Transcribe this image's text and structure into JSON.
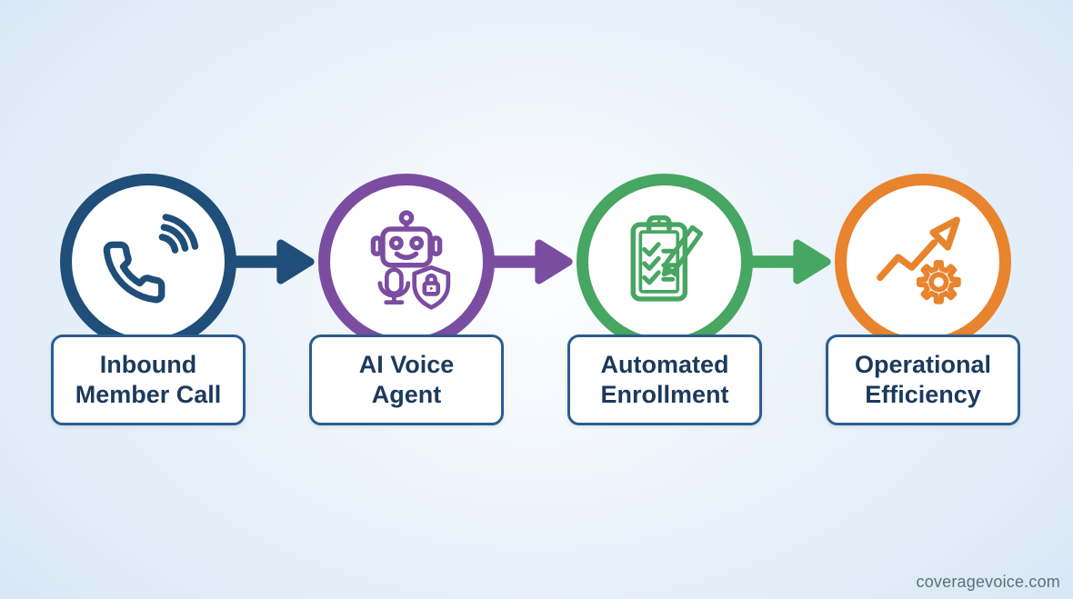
{
  "page": {
    "watermark": "coveragevoice.com"
  },
  "colors": {
    "navy": "#1f4e79",
    "purple": "#7b4da0",
    "green": "#47a661",
    "orange": "#e8842d",
    "label_box_border": "#2b5d8c",
    "label_text": "#1c3a5c",
    "background_center": "#f6fafd",
    "background_edge": "#d9e8f5",
    "watermark_text": "#5d6e7e"
  },
  "steps": [
    {
      "id": "inbound-member-call",
      "icon": "phone-call-icon",
      "label_line1": "Inbound",
      "label_line2": "Member Call",
      "color": "#1f4e79"
    },
    {
      "id": "ai-voice-agent",
      "icon": "robot-mic-shield-icon",
      "label_line1": "AI Voice",
      "label_line2": "Agent",
      "color": "#7b4da0"
    },
    {
      "id": "automated-enrollment",
      "icon": "clipboard-checklist-pencil-icon",
      "label_line1": "Automated",
      "label_line2": "Enrollment",
      "color": "#47a661"
    },
    {
      "id": "operational-efficiency",
      "icon": "growth-arrow-gear-icon",
      "label_line1": "Operational",
      "label_line2": "Efficiency",
      "color": "#e8842d"
    }
  ],
  "arrows": [
    {
      "from": "inbound-member-call",
      "to": "ai-voice-agent",
      "color": "#1f4e79"
    },
    {
      "from": "ai-voice-agent",
      "to": "automated-enrollment",
      "color": "#7b4da0"
    },
    {
      "from": "automated-enrollment",
      "to": "operational-efficiency",
      "color": "#47a661"
    }
  ]
}
